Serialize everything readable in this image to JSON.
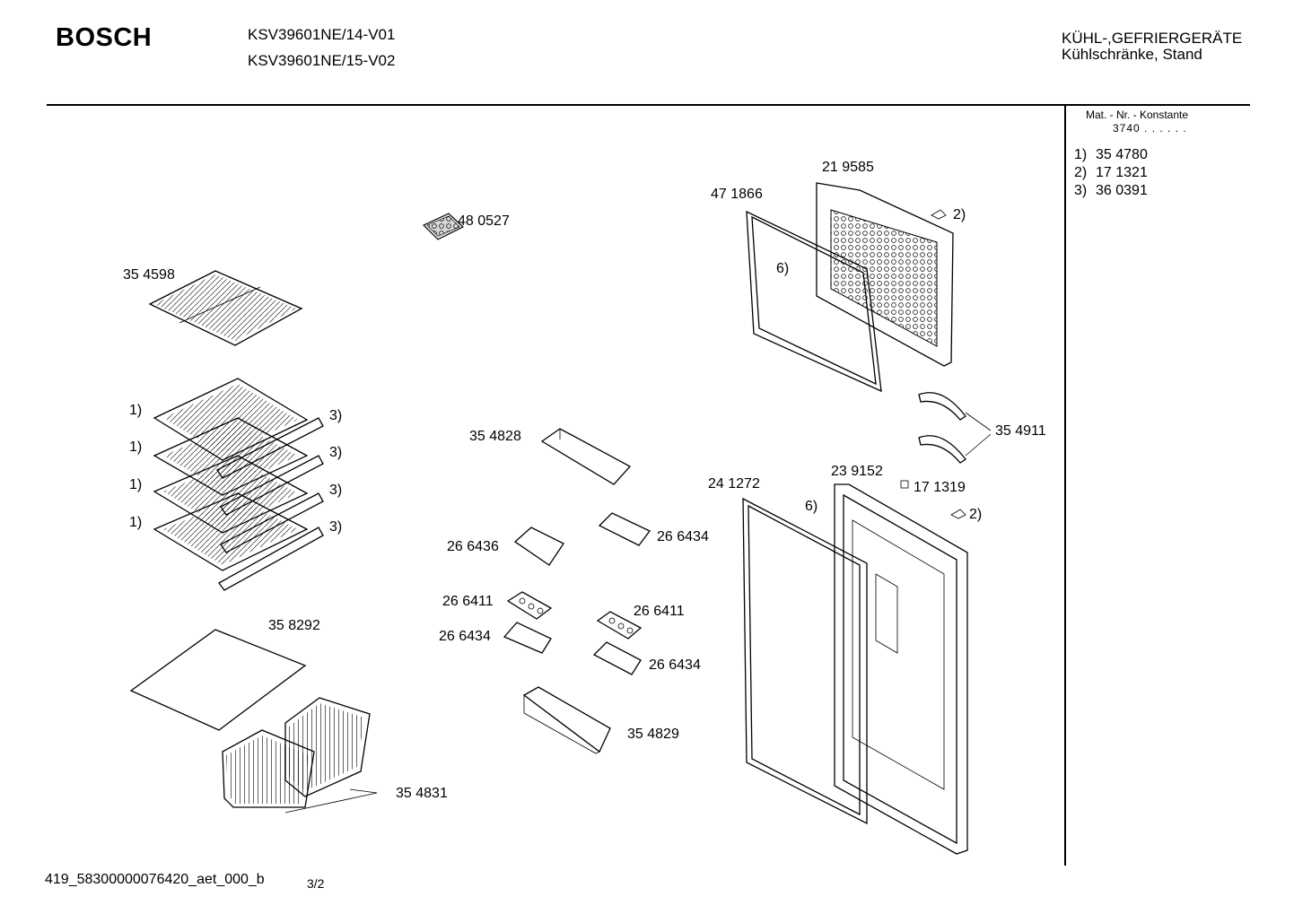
{
  "header": {
    "brand": "BOSCH",
    "model_1": "KSV39601NE/14-V01",
    "model_2": "KSV39601NE/15-V02",
    "category_1": "KÜHL-,GEFRIERGERÄTE",
    "category_2": "Kühlschränke, Stand"
  },
  "sidebar": {
    "constant_heading": "Mat. - Nr. - Konstante",
    "constant_value": "3740 . .   . . . .",
    "refs": [
      {
        "key": "1)",
        "value": "35 4780"
      },
      {
        "key": "2)",
        "value": "17 1321"
      },
      {
        "key": "3)",
        "value": "36 0391"
      }
    ]
  },
  "parts": {
    "p219585": "21 9585",
    "p471866": "47 1866",
    "p480527": "48 0527",
    "p354598": "35 4598",
    "p354828": "35 4828",
    "p354911": "35 4911",
    "p241272": "24 1272",
    "p239152": "23 9152",
    "p171319": "17 1319",
    "p266436": "26 6436",
    "p266434_a": "26 6434",
    "p266411_a": "26 6411",
    "p266411_b": "26 6411",
    "p266434_b": "26 6434",
    "p266434_c": "26 6434",
    "p358292": "35 8292",
    "p354829": "35 4829",
    "p354831": "35 4831"
  },
  "callouts": {
    "ref1": "1)",
    "ref2": "2)",
    "ref3": "3)",
    "ref6": "6)"
  },
  "footer": {
    "doc_id": "419_58300000076420_aet_000_b",
    "page": "3/2"
  }
}
